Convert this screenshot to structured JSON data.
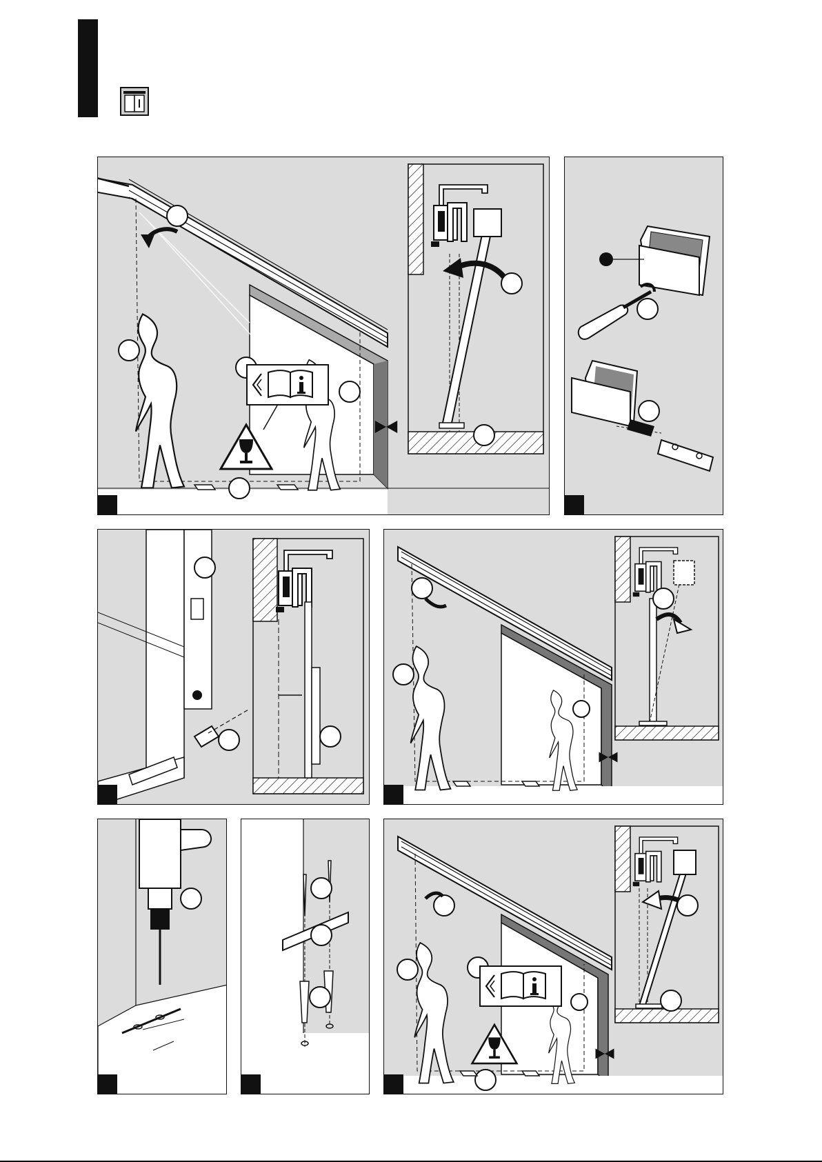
{
  "page": {
    "header": {
      "tab_icon": "black-section-tab",
      "door_icon": "sliding-door-icon"
    },
    "panels": [
      {
        "id": "a",
        "icons": [
          "person-icon",
          "read-manual-icon",
          "fragile-glass-icon",
          "level-mark-icon",
          "door-rail-icon"
        ]
      },
      {
        "id": "b",
        "icons": [
          "screwdriver-icon",
          "glass-clamp-icon",
          "floor-guide-icon"
        ]
      },
      {
        "id": "c",
        "icons": [
          "spirit-level-icon",
          "screwdriver-icon",
          "rail-section-icon"
        ]
      },
      {
        "id": "d",
        "icons": [
          "person-icon",
          "rail-section-icon",
          "level-mark-icon"
        ]
      },
      {
        "id": "e",
        "icons": [
          "drill-icon",
          "measurement-icon"
        ]
      },
      {
        "id": "f",
        "icons": [
          "screw-icon",
          "wall-plug-icon",
          "floor-guide-icon"
        ]
      },
      {
        "id": "g",
        "icons": [
          "person-icon",
          "read-manual-icon",
          "fragile-glass-icon",
          "rail-section-icon"
        ]
      }
    ],
    "colors": {
      "panel_fill": "#dcdcdc",
      "ink": "#111111",
      "white": "#ffffff"
    }
  }
}
